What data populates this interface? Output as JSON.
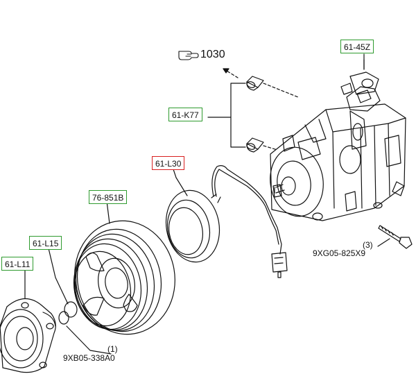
{
  "colors": {
    "callout_green": "#2e9a2e",
    "callout_red": "#d81f1f",
    "line": "#111111"
  },
  "reference": {
    "icon": "pointing-hand-icon",
    "text": "1030"
  },
  "callouts": {
    "part_61_45z": "61-45Z",
    "part_61_k77": "61-K77",
    "part_61_l30": "61-L30",
    "part_76_851b": "76-851B",
    "part_61_l15": "61-L15",
    "part_61_l11": "61-L11"
  },
  "bolt": {
    "qty": "(3)",
    "part": "9XG05-825X9"
  },
  "snap_ring": {
    "qty": "(1)",
    "part": "9XB05-338A0"
  }
}
